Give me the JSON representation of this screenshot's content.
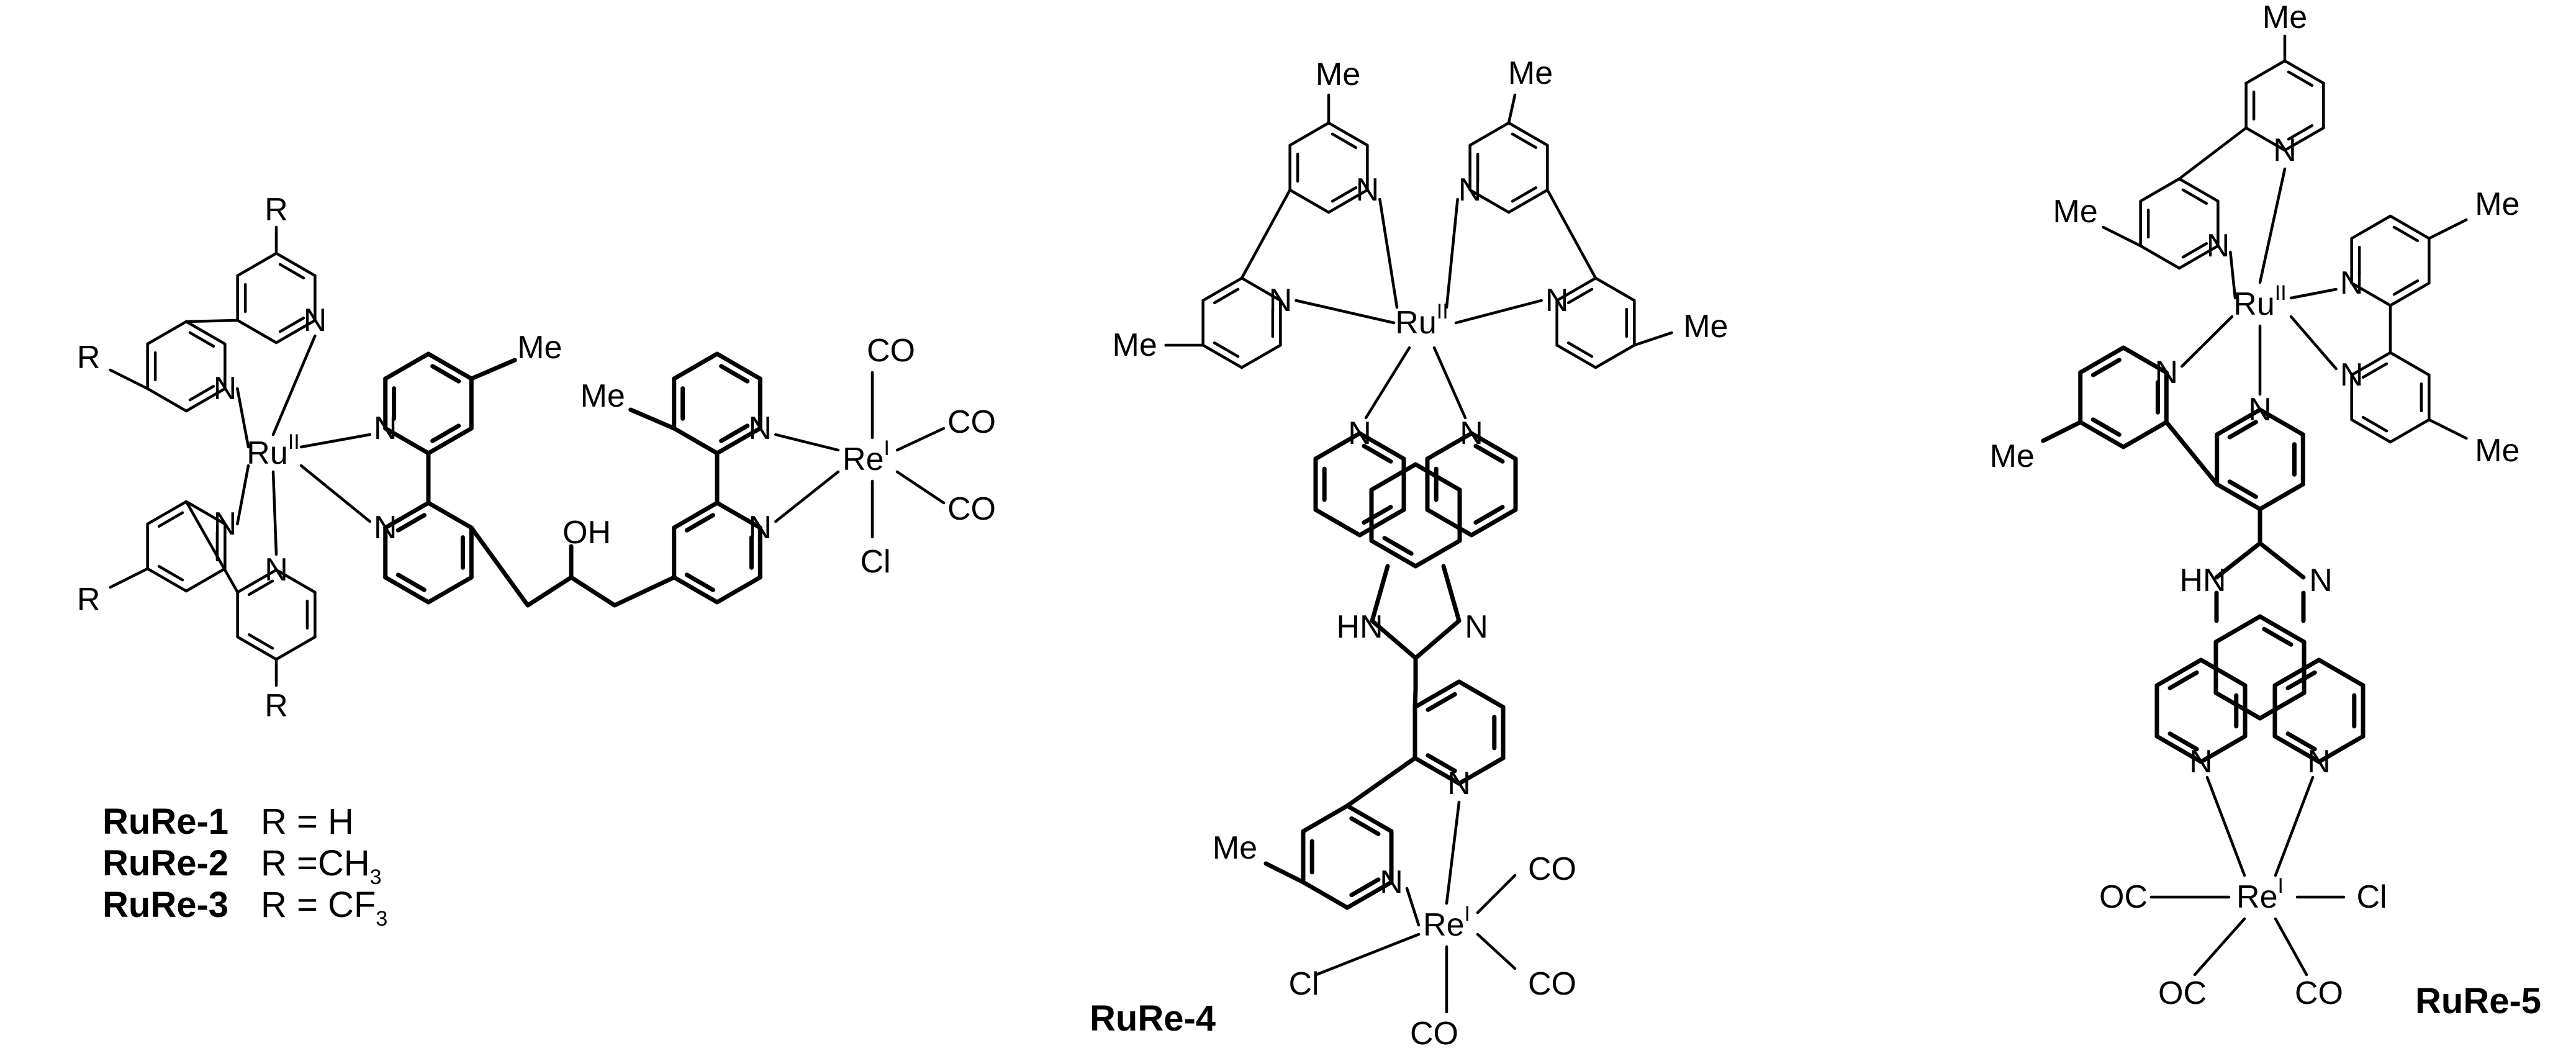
{
  "compounds": {
    "left": {
      "names": [
        "RuRe-1",
        "RuRe-2",
        "RuRe-3"
      ],
      "r_values": [
        "R = H",
        "R =CH",
        "R = CF"
      ],
      "r_subscripts": [
        "",
        "3",
        "3"
      ]
    },
    "middle": {
      "name": "RuRe-4"
    },
    "right": {
      "name": "RuRe-5"
    }
  },
  "atoms": {
    "ru": "Ru",
    "re": "Re",
    "ru_ox": "II",
    "re_ox": "I",
    "n": "N",
    "me": "Me",
    "r": "R",
    "co": "CO",
    "oc": "OC",
    "cl": "Cl",
    "oh": "OH",
    "hn": "HN"
  }
}
